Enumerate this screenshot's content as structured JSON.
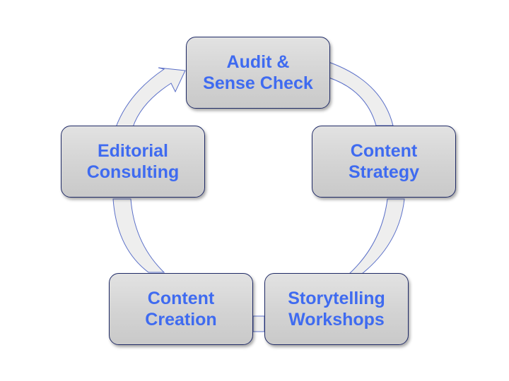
{
  "nodes": [
    {
      "id": "audit",
      "lines": [
        "Audit &",
        "Sense Check"
      ]
    },
    {
      "id": "strategy",
      "lines": [
        "Content",
        "Strategy"
      ]
    },
    {
      "id": "storytelling",
      "lines": [
        "Storytelling",
        "Workshops"
      ]
    },
    {
      "id": "creation",
      "lines": [
        "Content",
        "Creation"
      ]
    },
    {
      "id": "consulting",
      "lines": [
        "Editorial",
        "Consulting"
      ]
    }
  ],
  "colors": {
    "text": "#3f6bf0",
    "node_border": "#1f2a66",
    "arc_fill": "#eeeeee",
    "arc_stroke": "#5a6fc8"
  }
}
